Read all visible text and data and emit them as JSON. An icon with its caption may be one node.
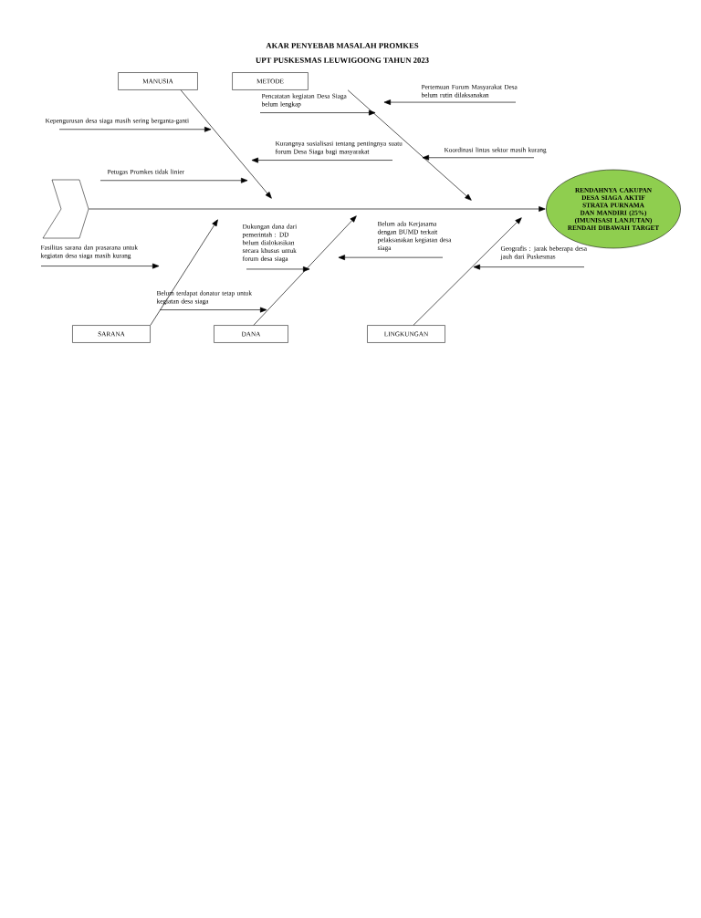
{
  "diagram": {
    "title": "AKAR PENYEBAB MASALAH PROMKES",
    "nodes": [
      {
        "text": [
          "MANUSIA"
        ]
      },
      {
        "text": [
          "METODE"
        ]
      },
      {
        "text": [
          "SARANA"
        ]
      },
      {
        "text": [
          "DANA"
        ]
      },
      {
        "text": [
          "LINGKUNGAN"
        ]
      },
      {
        "text": [
          "RENDAHNYA CAKUPAN DESA SIAGA AKTIF STRATA PURNAMA DAN MANDIRI (25%) (IMUNISASI LANJUTAN) RENDAH DIBAWAH TARGET"
        ]
      },
      {
        "text": [],
        "shape": "chevron"
      },
      {
        "text": [
          "Kepengurusan desa siaga masih sering berganta-ganti"
        ]
      },
      {
        "text": [
          "Petugas Promkes tidak linier"
        ]
      },
      {
        "text": [
          "Pencatatan kegiatan Desa Siaga belum lengkap"
        ]
      },
      {
        "text": [
          "Kurangnya sosialisasi tentang pentingnya suatu forum Desa Siaga bagi masyarakat"
        ]
      },
      {
        "text": [
          "Pertemuan Forum Masyarakat Desa belum rutin dilaksanakan"
        ]
      },
      {
        "text": [
          "Koordinasi lintas sektor masih kurang"
        ]
      },
      {
        "text": [
          "Fasilitas sarana dan prasarana untuk kegiatan desa siaga masih kurang"
        ]
      },
      {
        "text": [
          "Dukungan dana dari pemerintah : DD belum dialokasikan secara khusus untuk forum desa siaga"
        ]
      },
      {
        "text": [
          "Belum terdapat donator tetap untuk kegiatan desa siaga"
        ]
      },
      {
        "text": [
          "Belum ada Kerjasama dengan BUMD terkait pelaksanakan kegiatan desa siaga"
        ]
      },
      {
        "text": [
          "Geografis : jarak beberapa desa jauh dari Puskesmas"
        ]
      }
    ],
    "edges": [
      {
        "from": 6,
        "to": 5,
        "arrow": "to"
      },
      {
        "from": 0,
        "to": null,
        "arrow": "to"
      },
      {
        "from": 1,
        "to": null,
        "arrow": "to"
      },
      {
        "from": 2,
        "to": null,
        "arrow": "to"
      },
      {
        "from": 3,
        "to": null,
        "arrow": "to"
      },
      {
        "from": 4,
        "to": null,
        "arrow": "to"
      },
      {
        "from": 7,
        "to": null,
        "arrow": "to"
      },
      {
        "from": 8,
        "to": null,
        "arrow": "to"
      },
      {
        "from": 9,
        "to": null,
        "arrow": "to"
      },
      {
        "from": 10,
        "to": null,
        "arrow": "to"
      },
      {
        "from": 11,
        "to": null,
        "arrow": "to"
      },
      {
        "from": 12,
        "to": null,
        "arrow": "to"
      },
      {
        "from": 13,
        "to": null,
        "arrow": "to"
      },
      {
        "from": 14,
        "to": null,
        "arrow": "to"
      },
      {
        "from": 15,
        "to": null,
        "arrow": "to"
      },
      {
        "from": 16,
        "to": null,
        "arrow": "to"
      },
      {
        "from": 17,
        "to": null,
        "arrow": "to"
      }
    ],
    "labels": [
      "UPT PUSKESMAS LEUWIGOONG TAHUN 2023"
    ]
  }
}
